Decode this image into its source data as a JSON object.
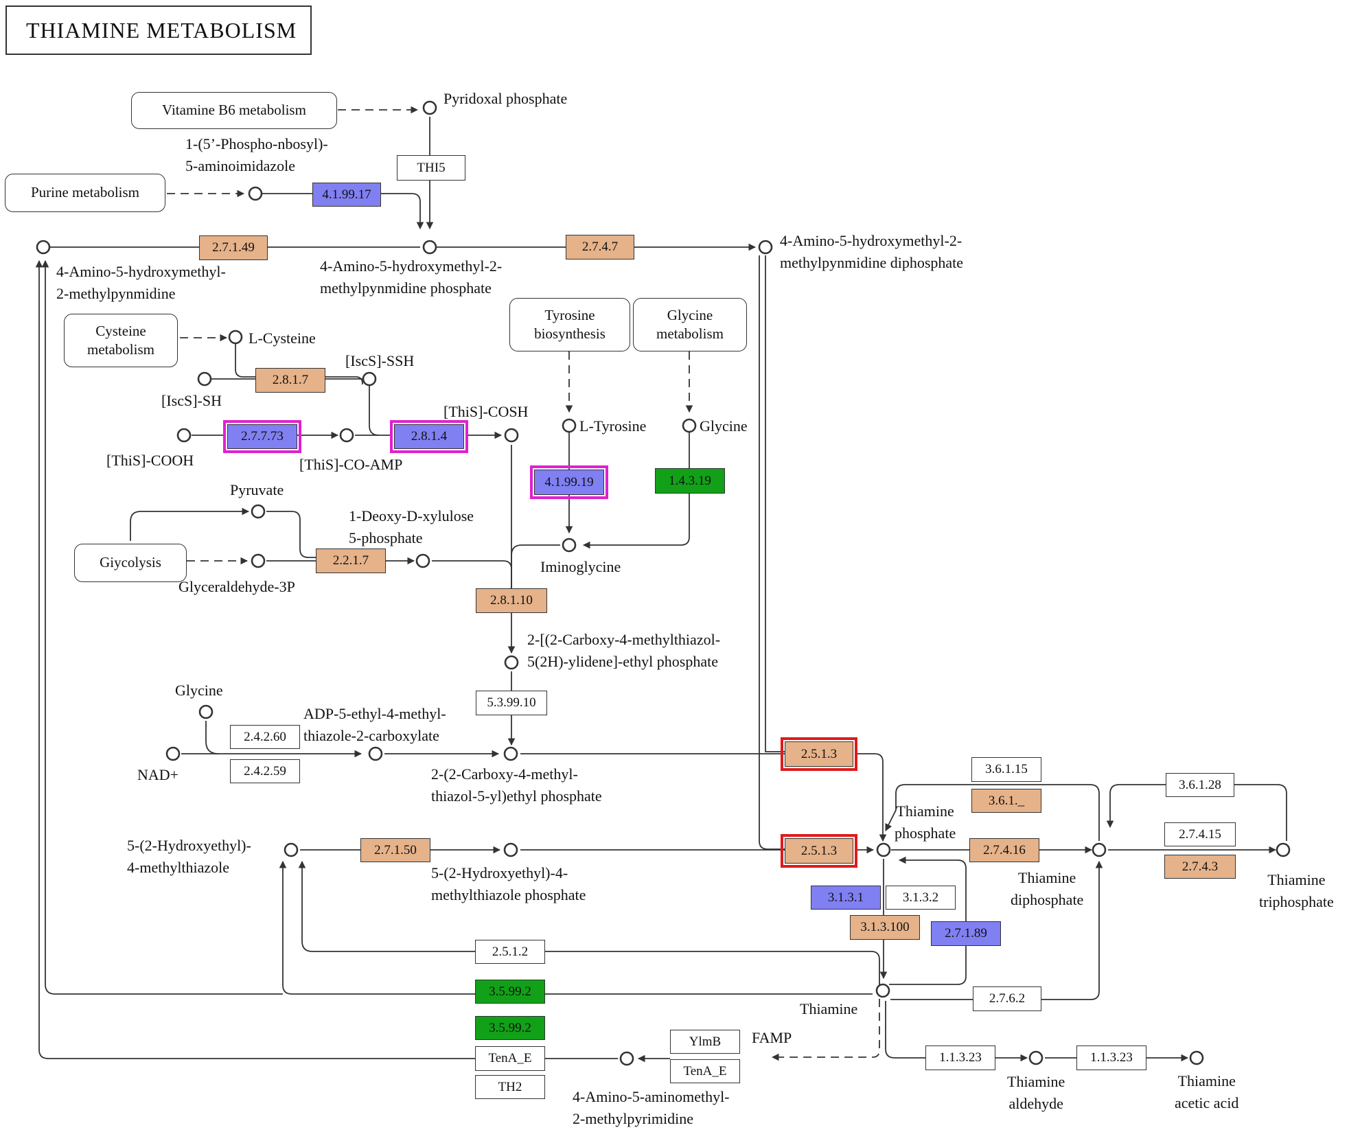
{
  "title": "THIAMINE METABOLISM",
  "colors": {
    "orange": "#e5b28a",
    "blue": "#8080f2",
    "green": "#12a018",
    "highlight_magenta": "#e020d0",
    "highlight_red": "#e01a1a"
  },
  "maps": {
    "vitamin_b6": "Vitamine B6 metabolism",
    "purine": "Purine metabolism",
    "cysteine": "Cysteine\nmetabolism",
    "tyrosine": "Tyrosine\nbiosynthesis",
    "glycine": "Glycine\nmetabolism",
    "glycolysis": "Giycolysis"
  },
  "compounds": {
    "pyridoxal_phosphate": "Pyridoxal phosphate",
    "air": "1-(5’-Phospho-nbosyl)-\n5-aminoimidazole",
    "hmp": "4-Amino-5-hydroxymethyl-\n2-methylpynmidine",
    "hmp_p": "4-Amino-5-hydroxymethyl-2-\nmethylpynmidine phosphate",
    "hmp_pp": "4-Amino-5-hydroxymethyl-2-\nmethylpynmidine diphosphate",
    "l_cysteine": "L-Cysteine",
    "iscs_ssh": "[IscS]-SSH",
    "iscs_sh": "[IscS]-SH",
    "this_cosh": "[ThiS]-COSH",
    "this_cooh": "[ThiS]-COOH",
    "this_co_amp": "[ThiS]-CO-AMP",
    "l_tyrosine": "L-Tyrosine",
    "glycine_top": "Glycine",
    "pyruvate": "Pyruvate",
    "dxp": "1-Deoxy-D-xylulose\n5-phosphate",
    "iminoglycine": "Iminoglycine",
    "g3p": "Glyceraldehyde-3P",
    "cthz_p": "2-[(2-Carboxy-4-methylthiazol-\n5(2H)-ylidene]-ethyl phosphate",
    "glycine_bottom": "Glycine",
    "adp_thz": "ADP-5-ethyl-4-methyl-\nthiazole-2-carboxylate",
    "nad": "NAD+",
    "cthz_p2": "2-(2-Carboxy-4-methyl-\nthiazol-5-yl)ethyl phosphate",
    "thz": "5-(2-Hydroxyethyl)-\n4-methylthiazole",
    "thz_p": "5-(2-Hydroxyethyl)-4-\nmethylthiazole phosphate",
    "thiamine_phosphate": "Thiamine\nphosphate",
    "thiamine_diphosphate": "Thiamine\ndiphosphate",
    "thiamine_triphosphate": "Thiamine\ntriphosphate",
    "thiamine": "Thiamine",
    "famp": "FAMP",
    "ammp": "4-Amino-5-aminomethyl-\n2-methylpyrimidine",
    "thiamine_aldehyde": "Thiamine\naldehyde",
    "thiamine_acetic_acid": "Thiamine\nacetic acid"
  },
  "enzymes": {
    "thi5": "THI5",
    "e_4_1_99_17": "4.1.99.17",
    "e_2_7_1_49": "2.7.1.49",
    "e_2_7_4_7": "2.7.4.7",
    "e_2_8_1_7": "2.8.1.7",
    "e_2_7_7_73": "2.7.7.73",
    "e_2_8_1_4": "2.8.1.4",
    "e_4_1_99_19": "4.1.99.19",
    "e_1_4_3_19": "1.4.3.19",
    "e_2_2_1_7": "2.2.1.7",
    "e_2_8_1_10": "2.8.1.10",
    "e_5_3_99_10": "5.3.99.10",
    "e_2_4_2_60": "2.4.2.60",
    "e_2_4_2_59": "2.4.2.59",
    "e_2_5_1_3_a": "2.5.1.3",
    "e_2_5_1_3_b": "2.5.1.3",
    "e_2_7_1_50": "2.7.1.50",
    "e_3_6_1_15": "3.6.1.15",
    "e_3_6_1_": "3.6.1._",
    "e_3_6_1_28": "3.6.1.28",
    "e_2_7_4_16": "2.7.4.16",
    "e_2_7_4_15": "2.7.4.15",
    "e_2_7_4_3": "2.7.4.3",
    "e_3_1_3_1": "3.1.3.1",
    "e_3_1_3_2": "3.1.3.2",
    "e_3_1_3_100": "3.1.3.100",
    "e_2_7_1_89": "2.7.1.89",
    "e_2_5_1_2": "2.5.1.2",
    "e_3_5_99_2_a": "3.5.99.2",
    "e_3_5_99_2_b": "3.5.99.2",
    "e_2_7_6_2": "2.7.6.2",
    "tena_e_left": "TenA_E",
    "th2": "TH2",
    "ylmb": "YlmB",
    "tena_e_right": "TenA_E",
    "e_1_1_3_23_a": "1.1.3.23",
    "e_1_1_3_23_b": "1.1.3.23"
  }
}
